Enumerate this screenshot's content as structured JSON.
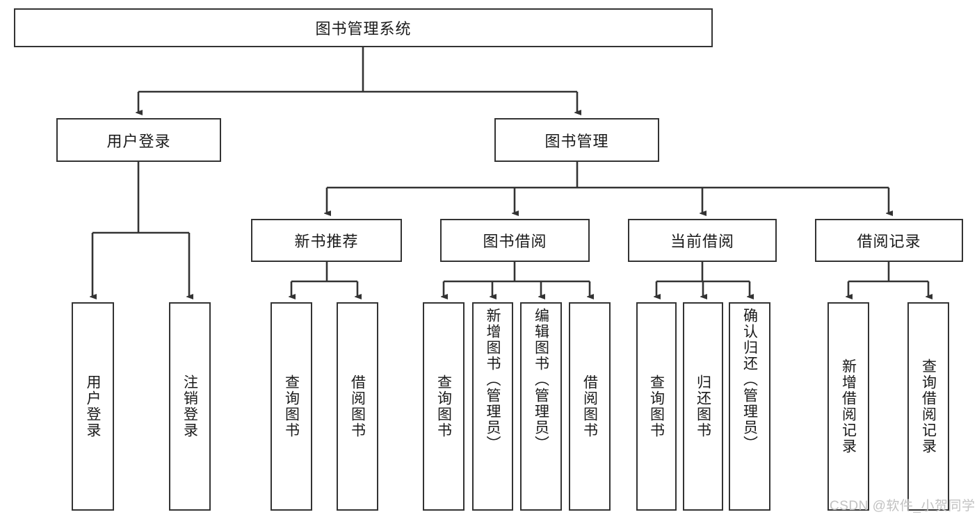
{
  "diagram": {
    "title": "图书管理系统",
    "type": "hierarchy-tree",
    "root": {
      "label": "图书管理系统"
    },
    "level2": [
      {
        "label": "用户登录"
      },
      {
        "label": "图书管理"
      }
    ],
    "level3": [
      {
        "label": "新书推荐"
      },
      {
        "label": "图书借阅"
      },
      {
        "label": "当前借阅"
      },
      {
        "label": "借阅记录"
      }
    ],
    "leaves": {
      "user_login": [
        {
          "label": "用户登录"
        },
        {
          "label": "注销登录"
        }
      ],
      "new_book_recommend": [
        {
          "label": "查询图书"
        },
        {
          "label": "借阅图书"
        }
      ],
      "book_borrow": [
        {
          "label": "查询图书"
        },
        {
          "label": "新增图书（管理员）"
        },
        {
          "label": "编辑图书（管理员）"
        },
        {
          "label": "借阅图书"
        }
      ],
      "current_borrow": [
        {
          "label": "查询图书"
        },
        {
          "label": "归还图书"
        },
        {
          "label": "确认归还（管理员）"
        }
      ],
      "borrow_record": [
        {
          "label": "新增借阅记录"
        },
        {
          "label": "查询借阅记录"
        }
      ]
    }
  },
  "watermark": {
    "text": "CSDN @软件_小贺同学"
  },
  "colors": {
    "border": "#333333",
    "background": "#ffffff",
    "text": "#1a1a1a",
    "watermark": "#c2c2c2"
  }
}
